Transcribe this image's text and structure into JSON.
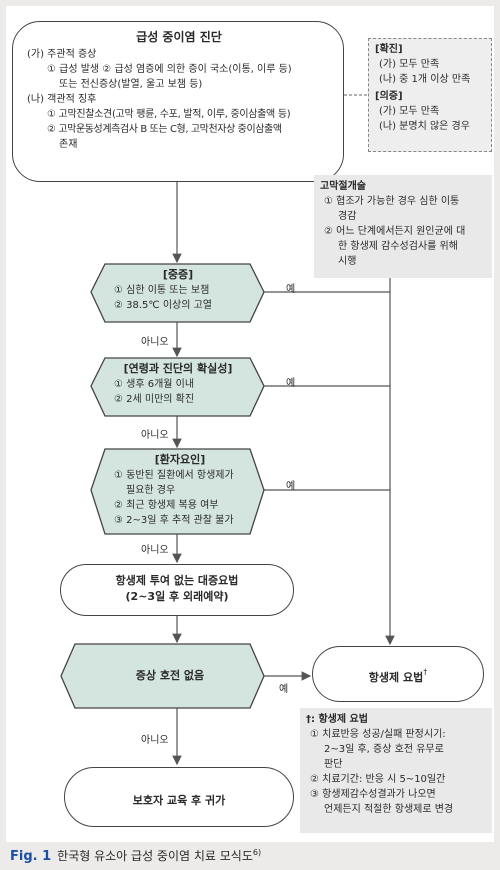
{
  "start_box": {
    "title": "급성 중이염 진단",
    "section_a": "(가) 주관적 증상",
    "section_a_1": "① 급성 발생 ② 급성 염증에 의한 증이 국소(이통, 이루 등)",
    "section_a_2": "또는 전신증상(발열, 울고 보챔 등)",
    "section_b": "(나) 객관적 징후",
    "section_b_1": "① 고막진찰소견(고막 팽륜, 수포, 발적, 이루, 중이삼출액 등)",
    "section_b_2": "② 고막운동성계측검사 B 또는 C형, 고막천자상 중이삼출액",
    "section_b_3": "존재"
  },
  "side_box": {
    "confirm_title": "[확진]",
    "confirm_1": "(가) 모두 만족",
    "confirm_2": "(나) 중 1개 이상 만족",
    "suspect_title": "[의증]",
    "suspect_1": "(가) 모두 만족",
    "suspect_2": "(나) 분명치 않은 경우"
  },
  "myringotomy_box": {
    "title": "고막절개술",
    "item_1a": "① 협조가 가능한 경우 심한 이통",
    "item_1b": "경감",
    "item_2a": "② 어느 단계에서든지 원인균에 대",
    "item_2b": "한 항생제 감수성검사를 위해",
    "item_2c": "시행"
  },
  "hex_severity": {
    "title": "[중증]",
    "item_1": "① 심한 이통 또는 보챔",
    "item_2": "② 38.5℃ 이상의 고열"
  },
  "hex_age": {
    "title": "[연령과 진단의 확실성]",
    "item_1": "① 생후 6개월 이내",
    "item_2": "② 2세 미만의 확진"
  },
  "hex_patient": {
    "title": "[환자요인]",
    "item_1a": "① 동반된 질환에서 항생제가",
    "item_1b": "필요한 경우",
    "item_2": "② 최근 항생제 복용 여부",
    "item_3": "③ 2~3일 후 추적 관찰 불가"
  },
  "supportive_box": {
    "line_1": "항생제 투여 없는 대증요법",
    "line_2": "(2~3일 후 외래예약)"
  },
  "hex_no_improve": {
    "label": "증상 호전 없음"
  },
  "antibiotic_box": {
    "label": "항생제 요법",
    "mark": "†"
  },
  "return_box": {
    "label": "보호자 교육 후 귀가"
  },
  "note_box": {
    "title": "†: 항생제 요법",
    "item_1a": "① 치료반응 성공/실패 판정시기:",
    "item_1b": "2~3일 후, 증상 호전 유무로",
    "item_1c": "판단",
    "item_2": "② 치료기간: 반응 시 5~10일간",
    "item_3a": "③ 항생제감수성결과가 나오면",
    "item_3b": "언제든지 적절한 항생제로 변경"
  },
  "labels": {
    "yes": "예",
    "no": "아니오"
  },
  "caption": {
    "fig": "Fig. 1",
    "text": "한국형 유소아 급성 중이염 치료 모식도",
    "ref": "6)"
  },
  "colors": {
    "hex_fill": "#d4e5df",
    "hex_stroke": "#444444",
    "caption_blue": "#1b4fa3"
  }
}
